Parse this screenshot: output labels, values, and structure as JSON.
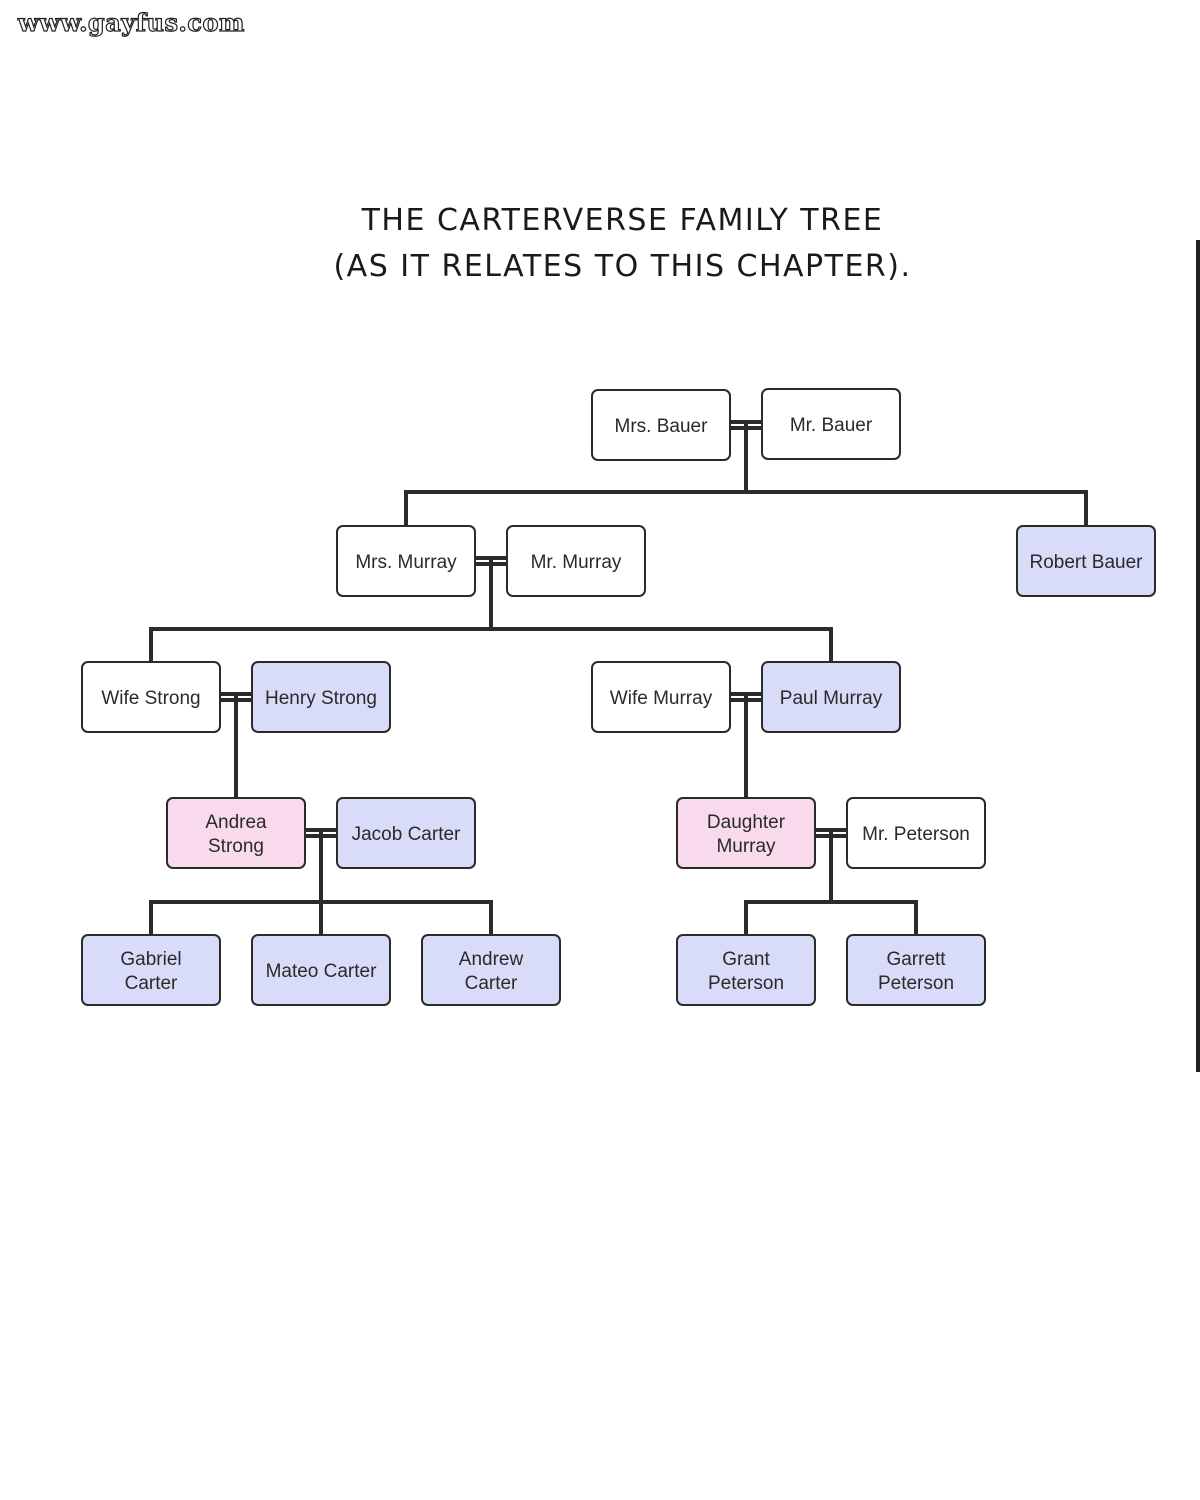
{
  "watermark": "www.gayfus.com",
  "title": {
    "line1": "THE CARTERVERSE FAMILY TREE",
    "line2": "(AS IT RELATES TO THIS CHAPTER)."
  },
  "colors": {
    "plain": "#ffffff",
    "blue": "#d9dcf9",
    "pink": "#f9d9ec",
    "line": "#2b2b2b"
  },
  "nodes": [
    {
      "id": "mrs-bauer",
      "lines": [
        "Mrs. Bauer"
      ],
      "color": "plain"
    },
    {
      "id": "mr-bauer",
      "lines": [
        "Mr. Bauer"
      ],
      "color": "plain"
    },
    {
      "id": "mrs-murray",
      "lines": [
        "Mrs. Murray"
      ],
      "color": "plain"
    },
    {
      "id": "mr-murray",
      "lines": [
        "Mr. Murray"
      ],
      "color": "plain"
    },
    {
      "id": "robert-bauer",
      "lines": [
        "Robert Bauer"
      ],
      "color": "blue"
    },
    {
      "id": "wife-strong",
      "lines": [
        "Wife Strong"
      ],
      "color": "plain"
    },
    {
      "id": "henry-strong",
      "lines": [
        "Henry Strong"
      ],
      "color": "blue"
    },
    {
      "id": "wife-murray",
      "lines": [
        "Wife Murray"
      ],
      "color": "plain"
    },
    {
      "id": "paul-murray",
      "lines": [
        "Paul Murray"
      ],
      "color": "blue"
    },
    {
      "id": "andrea-strong",
      "lines": [
        "Andrea",
        "Strong"
      ],
      "color": "pink"
    },
    {
      "id": "jacob-carter",
      "lines": [
        "Jacob Carter"
      ],
      "color": "blue"
    },
    {
      "id": "daughter-murray",
      "lines": [
        "Daughter",
        "Murray"
      ],
      "color": "pink"
    },
    {
      "id": "mr-peterson",
      "lines": [
        "Mr. Peterson"
      ],
      "color": "plain"
    },
    {
      "id": "gabriel-carter",
      "lines": [
        "Gabriel",
        "Carter"
      ],
      "color": "blue"
    },
    {
      "id": "mateo-carter",
      "lines": [
        "Mateo Carter"
      ],
      "color": "blue"
    },
    {
      "id": "andrew-carter",
      "lines": [
        "Andrew",
        "Carter"
      ],
      "color": "blue"
    },
    {
      "id": "grant-peterson",
      "lines": [
        "Grant",
        "Peterson"
      ],
      "color": "blue"
    },
    {
      "id": "garrett-peterson",
      "lines": [
        "Garrett",
        "Peterson"
      ],
      "color": "blue"
    }
  ],
  "couples": [
    {
      "a": "mrs-bauer",
      "b": "mr-bauer",
      "children": [
        "mrs-murray",
        "robert-bauer"
      ]
    },
    {
      "a": "mrs-murray",
      "b": "mr-murray",
      "children": [
        "wife-strong",
        "paul-murray"
      ]
    },
    {
      "a": "wife-strong",
      "b": "henry-strong",
      "children": [
        "andrea-strong"
      ]
    },
    {
      "a": "wife-murray",
      "b": "paul-murray",
      "children": [
        "daughter-murray"
      ]
    },
    {
      "a": "andrea-strong",
      "b": "jacob-carter",
      "children": [
        "gabriel-carter",
        "mateo-carter",
        "andrew-carter"
      ]
    },
    {
      "a": "daughter-murray",
      "b": "mr-peterson",
      "children": [
        "grant-peterson",
        "garrett-peterson"
      ]
    }
  ]
}
